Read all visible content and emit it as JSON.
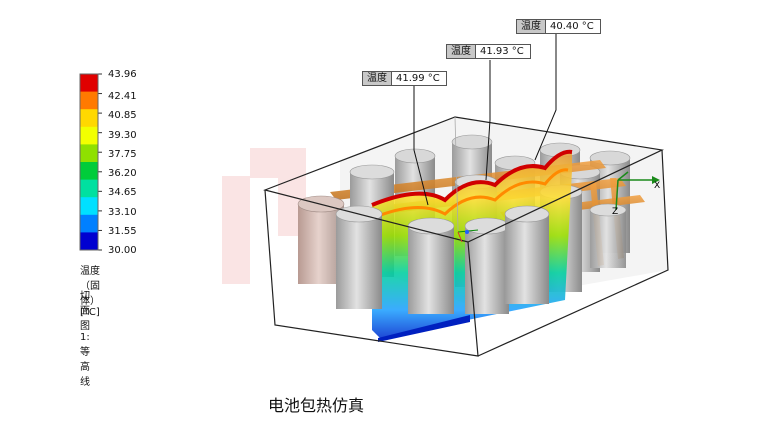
{
  "legend": {
    "ticks": [
      "43.96",
      "42.41",
      "40.85",
      "39.30",
      "37.75",
      "36.20",
      "34.65",
      "33.10",
      "31.55",
      "30.00"
    ],
    "colors": [
      "#e00000",
      "#ff7a00",
      "#ffd800",
      "#f2ff00",
      "#8fe000",
      "#00cc3a",
      "#00e0a0",
      "#00e0ff",
      "#0080ff",
      "#0000d0"
    ],
    "title": "温度（固体）[°C]",
    "section": "切面图 1: 等高线"
  },
  "callouts": [
    {
      "key": "温度",
      "value": "41.99 °C"
    },
    {
      "key": "温度",
      "value": "41.93 °C"
    },
    {
      "key": "温度",
      "value": "40.40 °C"
    }
  ],
  "axes": {
    "x": "X",
    "z": "Z"
  },
  "caption": "电池包热仿真"
}
